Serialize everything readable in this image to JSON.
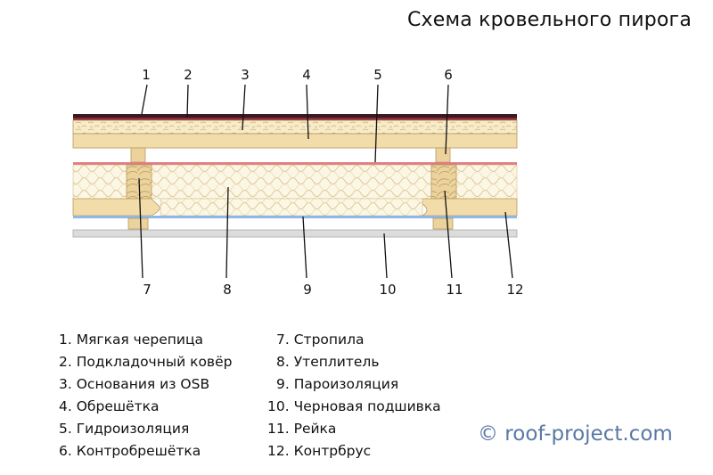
{
  "title": "Схема кровельного пирога",
  "callouts_top": [
    "1",
    "2",
    "3",
    "4",
    "5",
    "6"
  ],
  "callouts_bottom": [
    "7",
    "8",
    "9",
    "10",
    "11",
    "12"
  ],
  "legend": [
    {
      "num": "1.",
      "label": "Мягкая черепица"
    },
    {
      "num": "2.",
      "label": "Подкладочный ковёр"
    },
    {
      "num": "3.",
      "label": "Основания из OSB"
    },
    {
      "num": "4.",
      "label": "Обрешётка"
    },
    {
      "num": "5.",
      "label": "Гидроизоляция"
    },
    {
      "num": "6.",
      "label": "Контробрешётка"
    },
    {
      "num": "7.",
      "label": "Стропила"
    },
    {
      "num": "8.",
      "label": "Утеплитель"
    },
    {
      "num": "9.",
      "label": "Пароизоляция"
    },
    {
      "num": "10.",
      "label": "Черновая подшивка"
    },
    {
      "num": "11.",
      "label": "Рейка"
    },
    {
      "num": "12.",
      "label": "Контрбрус"
    }
  ],
  "watermark": "© roof-project.com",
  "colors": {
    "tile": "#3a1a22",
    "underlay": "#8a2a3a",
    "wood": "#f2dcaa",
    "wood_stroke": "#b89a62",
    "insulation": "#fbf3dc",
    "waterproofing": "#e07a84",
    "vapor_barrier": "#8fb8e6",
    "subfloor": "#dcdcdc",
    "leader": "#111111"
  }
}
